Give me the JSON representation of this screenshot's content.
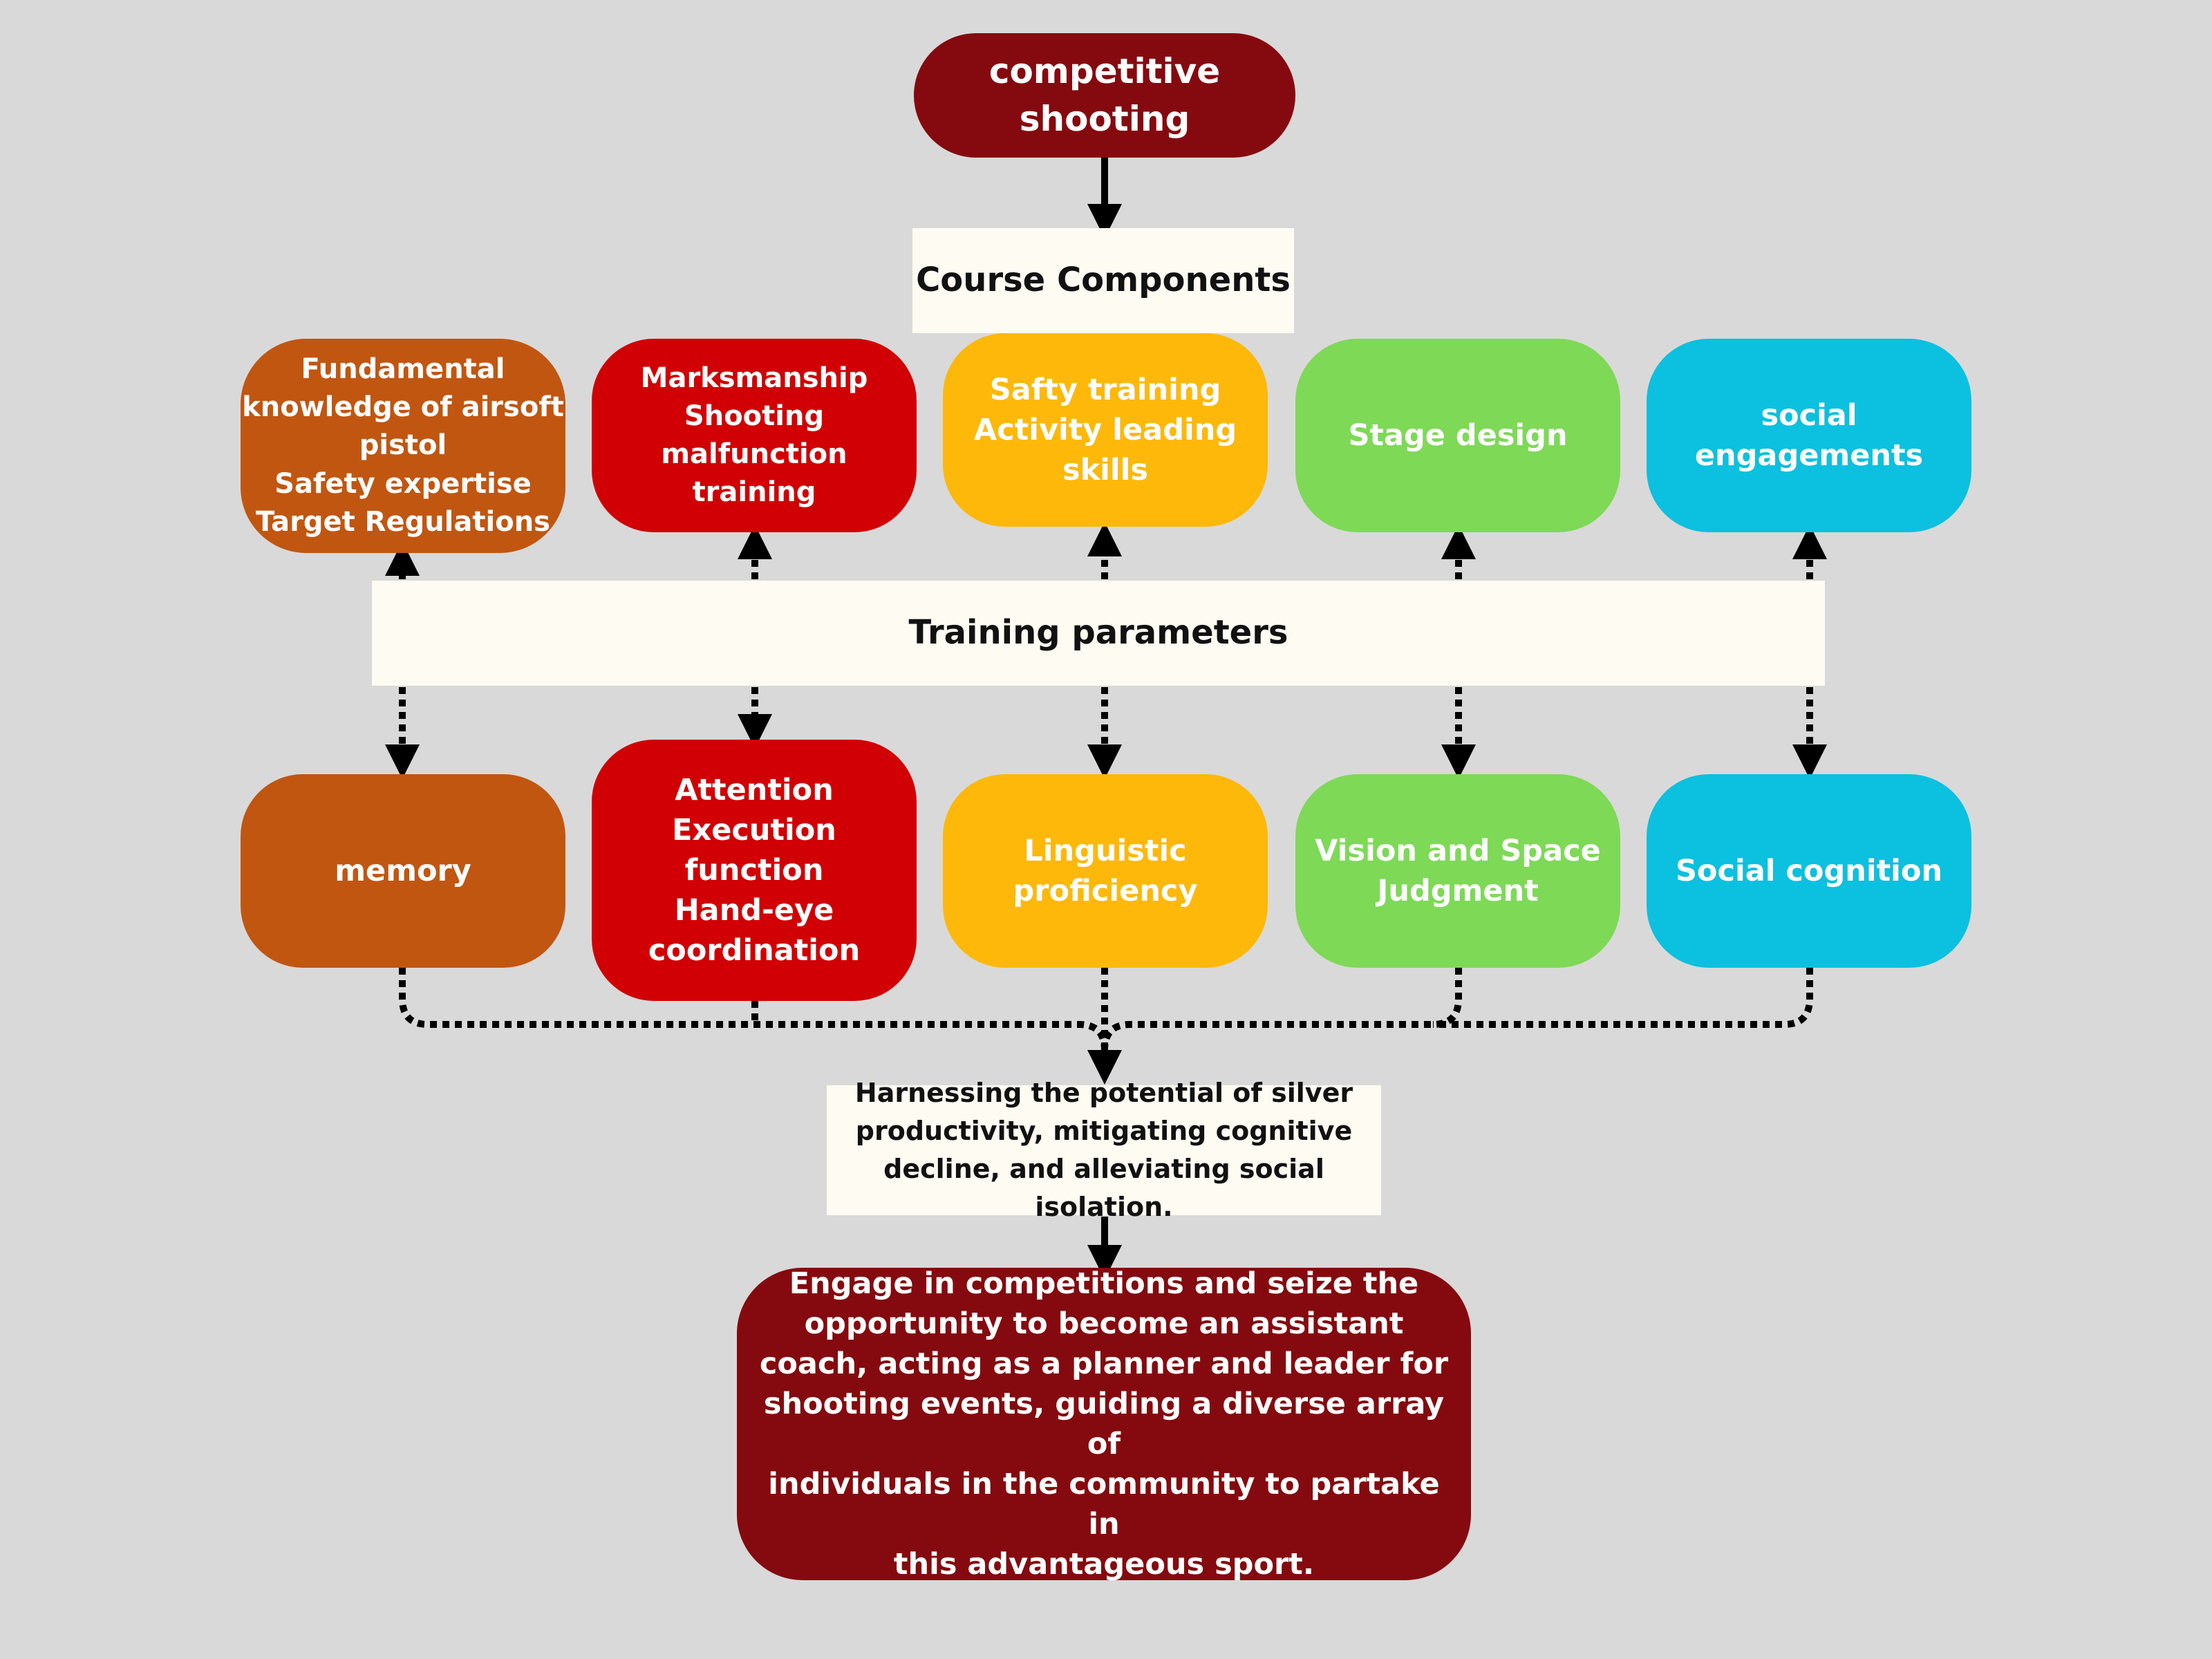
{
  "colors": {
    "background": "#d9d9d9",
    "dark_red": "#850a0f",
    "orange": "#c15611",
    "red": "#d10004",
    "yellow": "#fdb80a",
    "green": "#7ed957",
    "cyan": "#0cc0df",
    "label_bg": "#fdfbf2",
    "connector": "#000000"
  },
  "top": {
    "title": "competitive\nshooting"
  },
  "course": {
    "label": "Course Components"
  },
  "components": [
    {
      "text": "Fundamental\nknowledge of airsoft\npistol\nSafety expertise\nTarget Regulations",
      "color": "#c15611"
    },
    {
      "text": "Marksmanship\nShooting malfunction\ntraining",
      "color": "#d10004"
    },
    {
      "text": "Safty training\nActivity leading\nskills",
      "color": "#fdb80a"
    },
    {
      "text": "Stage design",
      "color": "#7ed957"
    },
    {
      "text": "social\nengagements",
      "color": "#0cc0df"
    }
  ],
  "training": {
    "label": "Training parameters"
  },
  "cognitive": [
    {
      "text": "memory",
      "color": "#c15611"
    },
    {
      "text": "Attention\nExecution\nfunction\nHand-eye\ncoordination",
      "color": "#d10004"
    },
    {
      "text": "Linguistic\nproficiency",
      "color": "#fdb80a"
    },
    {
      "text": "Vision and Space\nJudgment",
      "color": "#7ed957"
    },
    {
      "text": "Social cognition",
      "color": "#0cc0df"
    }
  ],
  "outcome": {
    "text": "Harnessing the potential of silver\nproductivity, mitigating cognitive\ndecline, and alleviating social isolation."
  },
  "final": {
    "text": "Engage in competitions and seize the\nopportunity to become an assistant\ncoach, acting as a planner and leader for\nshooting events, guiding a diverse array of\nindividuals in the community to partake in\nthis advantageous sport."
  }
}
